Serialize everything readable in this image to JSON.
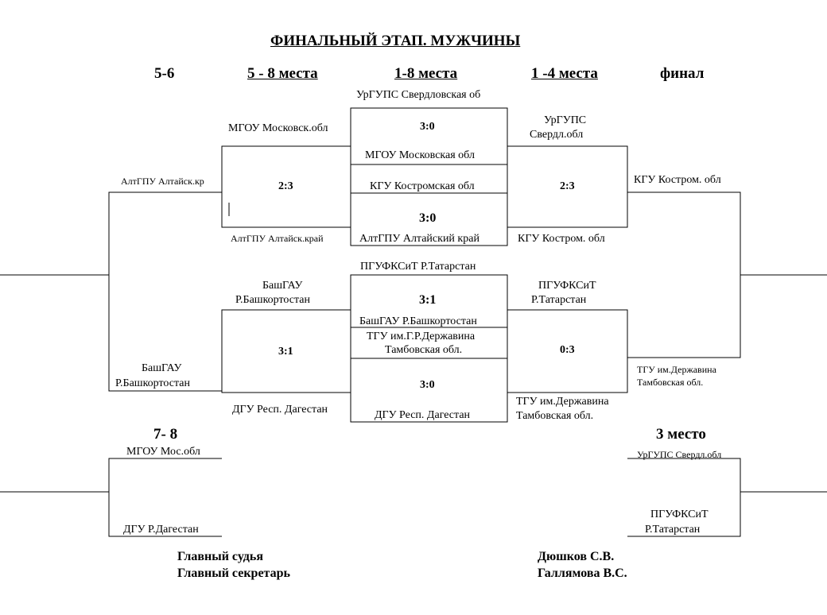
{
  "title": "ФИНАЛЬНЫЙ ЭТАП. МУЖЧИНЫ",
  "headers": {
    "places_5_6": "5-6",
    "places_5_8": "5 - 8 места",
    "places_1_8": "1-8 места",
    "places_1_4": "1 -4 места",
    "final": "финал",
    "places_7_8": "7- 8",
    "place_3": "3 место"
  },
  "quarterfinals": [
    {
      "team_top": "УрГУПС Свердловская об",
      "score": "3:0",
      "team_bottom": "МГОУ Московская обл"
    },
    {
      "team_top": "КГУ Костромская обл",
      "score": "3:0",
      "team_bottom": "АлтГПУ Алтайский край"
    },
    {
      "team_top": "ПГУФКСиТ Р.Татарстан",
      "score": "3:1",
      "team_bottom": "БашГАУ Р.Башкортостан"
    },
    {
      "team_top": "ТГУ им.Г.Р.Державина",
      "team_top_line2": "Тамбовская обл.",
      "score": "3:0",
      "team_bottom": "ДГУ Респ. Дагестан"
    }
  ],
  "semis_5_8": [
    {
      "team_top": "МГОУ Московск.обл",
      "score": "2:3",
      "team_bottom": "АлтГПУ Алтайск.край"
    },
    {
      "team_top": "БашГАУ",
      "team_top_line2": "Р.Башкортостан",
      "score": "3:1",
      "team_bottom": "ДГУ Респ. Дагестан"
    }
  ],
  "semis_1_4": [
    {
      "team_top": "УрГУПС",
      "team_top_line2": "Свердл.обл",
      "score": "2:3",
      "team_bottom": "КГУ Костром. обл"
    },
    {
      "team_top": "ПГУФКСиТ",
      "team_top_line2": "Р.Татарстан",
      "score": "0:3",
      "team_bottom": "ТГУ им.Державина",
      "team_bottom_line2": "Тамбовская обл."
    }
  ],
  "match_5_6": {
    "team_top": "АлтГПУ Алтайск.кр",
    "team_bottom": "БашГАУ",
    "team_bottom_line2": "Р.Башкортостан"
  },
  "final_match": {
    "team_top": "КГУ Костром. обл",
    "team_bottom": "ТГУ им.Державина",
    "team_bottom_line2": "Тамбовская обл."
  },
  "match_7_8": {
    "team_top": "МГОУ Мос.обл",
    "team_bottom": "ДГУ Р.Дагестан"
  },
  "match_3rd": {
    "team_top": "УрГУПС Свердл.обл",
    "team_bottom": "ПГУФКСиТ",
    "team_bottom_line2": "Р.Татарстан"
  },
  "footer": {
    "chief_judge_label": "Главный судья",
    "chief_secretary_label": "Главный секретарь",
    "chief_judge_name": "Дюшков С.В.",
    "chief_secretary_name": "Галлямова В.С."
  }
}
